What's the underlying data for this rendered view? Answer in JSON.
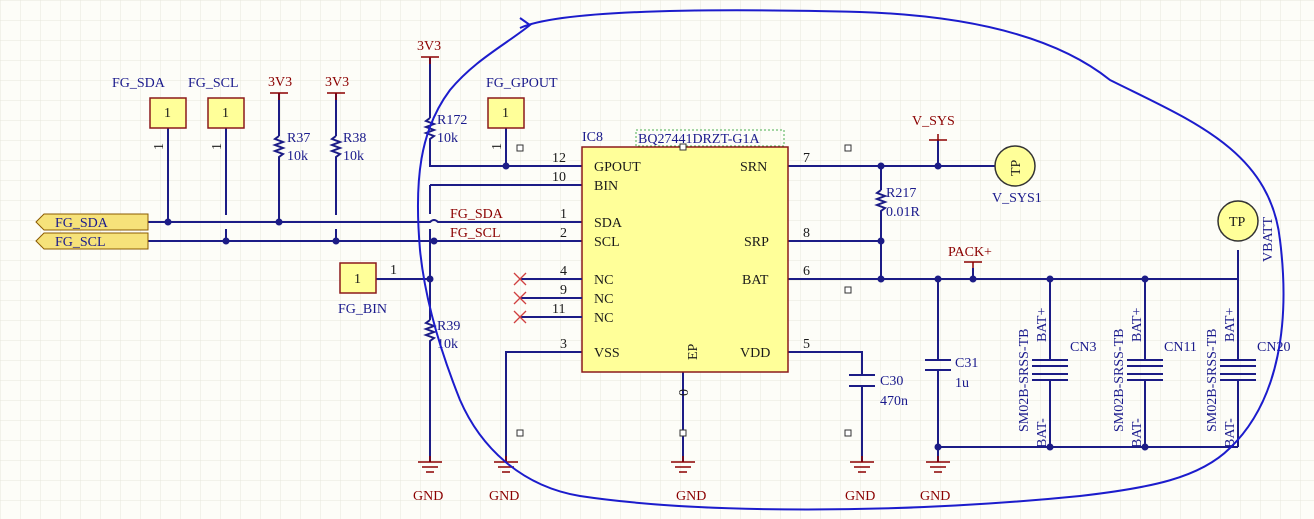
{
  "schematic": {
    "power_nets": {
      "v3a": "3V3",
      "v3b": "3V3",
      "v3c": "3V3",
      "vsys": "V_SYS",
      "packp": "PACK+",
      "gnd": "GND"
    },
    "ports": {
      "sda": "FG_SDA",
      "scl": "FG_SCL"
    },
    "net_labels": {
      "sda": "FG_SDA",
      "scl": "FG_SCL"
    },
    "headers": [
      {
        "ref": "FG_SDA",
        "pin": "1"
      },
      {
        "ref": "FG_SCL",
        "pin": "1"
      },
      {
        "ref": "FG_GPOUT",
        "pin": "1"
      },
      {
        "ref": "FG_BIN",
        "pin": "1"
      }
    ],
    "resistors": [
      {
        "ref": "R37",
        "value": "10k"
      },
      {
        "ref": "R38",
        "value": "10k"
      },
      {
        "ref": "R172",
        "value": "10k"
      },
      {
        "ref": "R39",
        "value": "10k"
      },
      {
        "ref": "R217",
        "value": "0.01R"
      }
    ],
    "capacitors": [
      {
        "ref": "C30",
        "value": "470n"
      },
      {
        "ref": "C31",
        "value": "1u"
      }
    ],
    "ic": {
      "ref": "IC8",
      "part": "BQ27441DRZT-G1A",
      "left_pins": [
        {
          "num": "12",
          "name": "GPOUT"
        },
        {
          "num": "10",
          "name": "BIN"
        },
        {
          "num": "1",
          "name": "SDA"
        },
        {
          "num": "2",
          "name": "SCL"
        },
        {
          "num": "4",
          "name": "NC"
        },
        {
          "num": "9",
          "name": "NC"
        },
        {
          "num": "11",
          "name": "NC"
        },
        {
          "num": "3",
          "name": "VSS"
        }
      ],
      "right_pins": [
        {
          "num": "7",
          "name": "SRN"
        },
        {
          "num": "8",
          "name": "SRP"
        },
        {
          "num": "6",
          "name": "BAT"
        },
        {
          "num": "5",
          "name": "VDD"
        }
      ],
      "bottom_pin": {
        "num": "0",
        "name": "EP"
      }
    },
    "testpoints": [
      {
        "ref": "V_SYS1",
        "label": "TP"
      },
      {
        "ref": "VBATT",
        "label": "TP"
      }
    ],
    "connectors": [
      {
        "ref": "CN3",
        "part": "SM02B-SRSS-TB",
        "pos": "BAT+",
        "neg": "BAT-"
      },
      {
        "ref": "CN11",
        "part": "SM02B-SRSS-TB",
        "pos": "BAT+",
        "neg": "BAT-"
      },
      {
        "ref": "CN20",
        "part": "SM02B-SRSS-TB",
        "pos": "BAT+",
        "neg": "BAT-"
      }
    ]
  },
  "colors": {
    "wire": "#1c1c86",
    "power": "#8b0000",
    "component_fill": "#ffff99",
    "annotation": "#1c1ccc"
  }
}
